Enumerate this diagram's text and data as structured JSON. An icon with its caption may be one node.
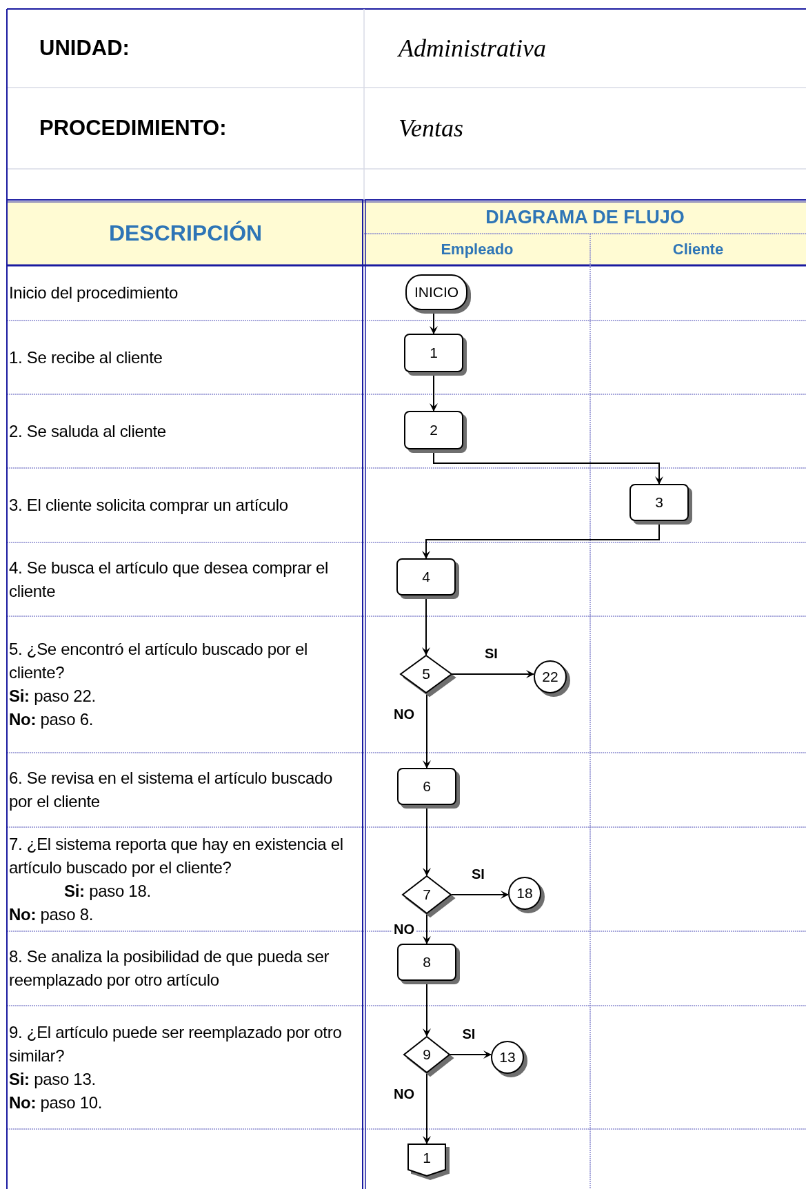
{
  "diagram": {
    "nodes": [
      {
        "text": [
          "INICIO"
        ]
      },
      {
        "text": [
          "1"
        ]
      },
      {
        "text": [
          "2"
        ]
      },
      {
        "text": [
          "3"
        ]
      },
      {
        "text": [
          "4"
        ]
      },
      {
        "text": [
          "5"
        ]
      },
      {
        "text": [
          "22"
        ]
      },
      {
        "text": [
          "6"
        ]
      },
      {
        "text": [
          "7"
        ]
      },
      {
        "text": [
          "18"
        ]
      },
      {
        "text": [
          "8"
        ]
      },
      {
        "text": [
          "9"
        ]
      },
      {
        "text": [
          "13"
        ]
      },
      {
        "text": [
          "1"
        ]
      }
    ],
    "edges": [
      {
        "from": 0,
        "to": 1,
        "arrow": "to"
      },
      {
        "from": 1,
        "to": 2,
        "arrow": "to"
      },
      {
        "from": 2,
        "to": 3,
        "arrow": "to"
      },
      {
        "from": 3,
        "to": 4,
        "arrow": "to"
      },
      {
        "from": 4,
        "to": 5,
        "arrow": "to"
      },
      {
        "from": 5,
        "to": 6,
        "arrow": "to",
        "label": "SI"
      },
      {
        "from": 5,
        "to": 7,
        "arrow": "to",
        "label": "NO"
      },
      {
        "from": 7,
        "to": 8,
        "arrow": "to"
      },
      {
        "from": 8,
        "to": 9,
        "arrow": "to",
        "label": "SI"
      },
      {
        "from": 8,
        "to": 10,
        "arrow": "to",
        "label": "NO"
      },
      {
        "from": 10,
        "to": 11,
        "arrow": "to"
      },
      {
        "from": 11,
        "to": 12,
        "arrow": "to",
        "label": "SI"
      },
      {
        "from": 11,
        "to": 13,
        "arrow": "to",
        "label": "NO"
      }
    ],
    "labels": [
      "UNIDAD:",
      "Administrativa",
      "PROCEDIMIENTO:",
      "Ventas",
      "DESCRIPCIÓN",
      "DIAGRAMA DE FLUJO",
      "Empleado",
      "Cliente",
      "Inicio del procedimiento",
      "1. Se recibe al cliente",
      "2. Se saluda al cliente",
      "3. El cliente solicita comprar un artículo",
      "4. Se busca el artículo que desea comprar el cliente",
      "5. ¿Se encontró el artículo buscado por el cliente?",
      "**Si:** paso 22.",
      "**No:** paso 6.",
      "6. Se revisa en el sistema el artículo buscado por el cliente",
      "7. ¿El sistema reporta que hay en existencia el artículo buscado por el cliente?",
      "**Si:** paso 18.",
      "**No:** paso 8.",
      "8. Se analiza la posibilidad de que pueda ser reemplazado por otro artículo",
      "9. ¿El artículo puede ser reemplazado por otro similar?",
      "**Si:** paso 13.",
      "**No:** paso 10."
    ]
  }
}
